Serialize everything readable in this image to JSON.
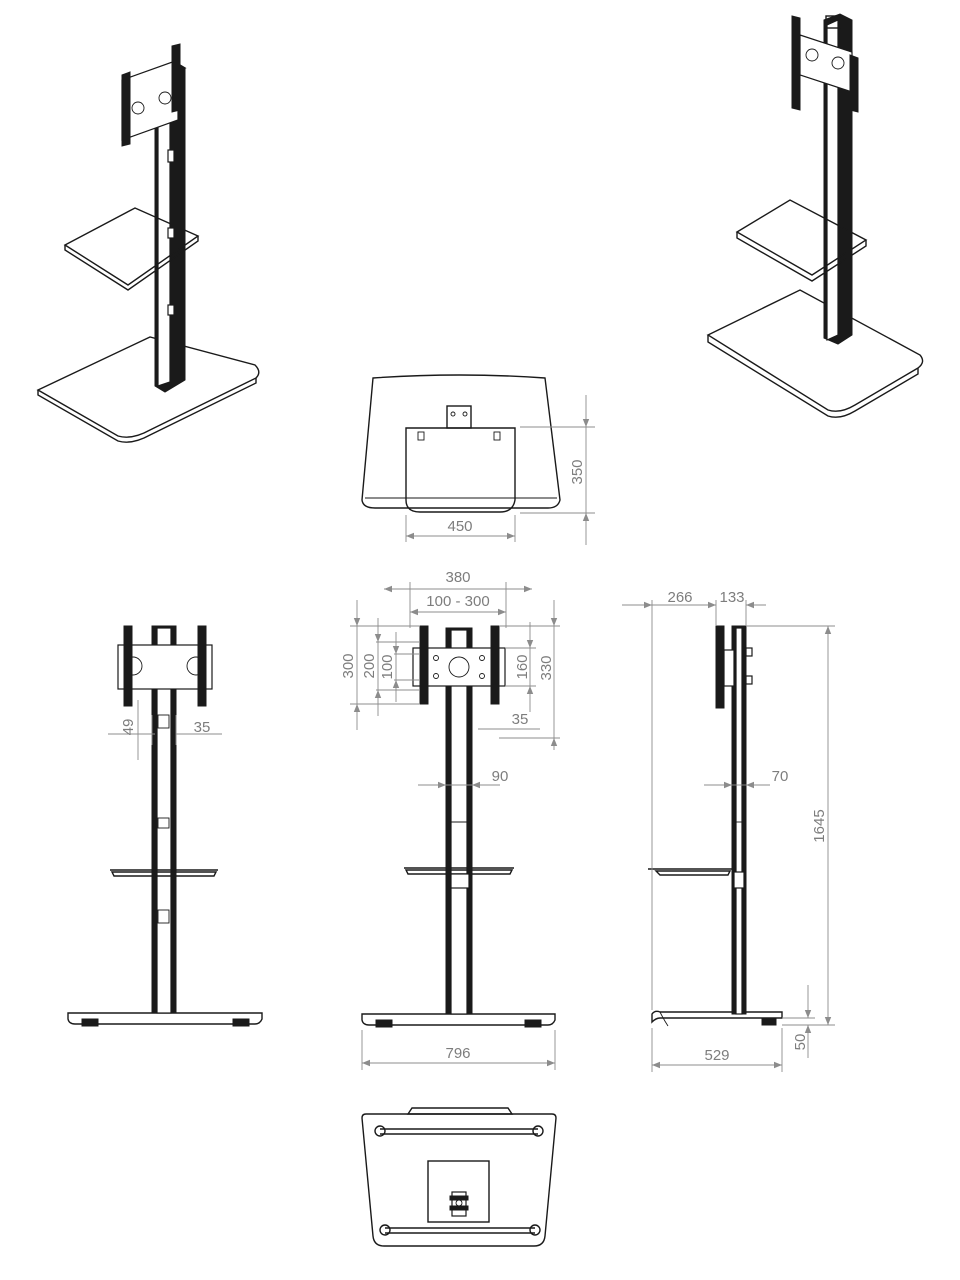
{
  "colors": {
    "line": "#1a1a1a",
    "dimension": "#8c8c8c",
    "dimension_text": "#7d7d7d",
    "background": "#ffffff"
  },
  "dimensions": {
    "shelf_width": "450",
    "shelf_depth": "350",
    "bracket_outer_width": "380",
    "vesa_horizontal": "100 - 300",
    "bracket_height": "300",
    "vesa_vertical_200": "200",
    "vesa_vertical_100": "100",
    "bracket_inner_height": "160",
    "bracket_total_height": "330",
    "bracket_gap": "35",
    "left_offset": "49",
    "left_gap": "35",
    "column_width": "90",
    "side_offset": "266",
    "side_depth": "133",
    "side_column": "70",
    "total_height": "1645",
    "base_width": "796",
    "base_depth": "529",
    "foot_height": "50"
  }
}
